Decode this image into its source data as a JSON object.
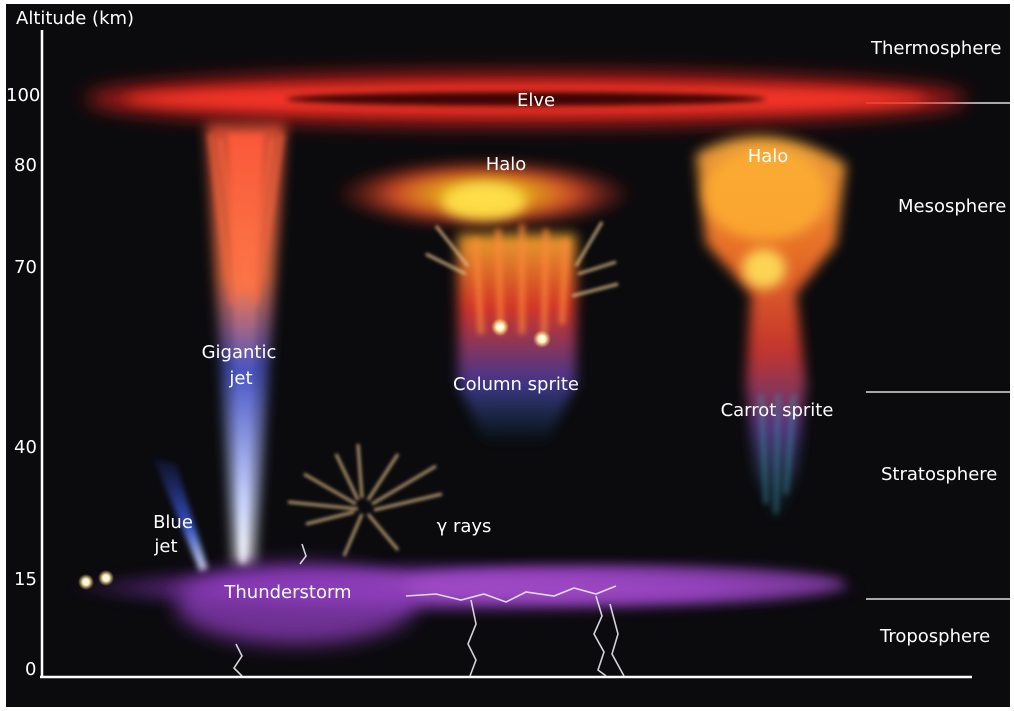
{
  "axis": {
    "title": "Altitude (km)",
    "ticks": [
      "100",
      "80",
      "70",
      "40",
      "15",
      "0"
    ]
  },
  "layers": {
    "thermosphere": "Thermosphere",
    "mesosphere": "Mesosphere",
    "stratosphere": "Stratosphere",
    "troposphere": "Troposphere"
  },
  "phenomena": {
    "elve": "Elve",
    "halo_column": "Halo",
    "halo_carrot": "Halo",
    "gigantic_jet_line1": "Gigantic",
    "gigantic_jet_line2": "jet",
    "column_sprite": "Column sprite",
    "carrot_sprite": "Carrot sprite",
    "blue_jet_line1": "Blue",
    "blue_jet_line2": "jet",
    "gamma_rays": "γ rays",
    "thunderstorm": "Thunderstorm"
  },
  "colors": {
    "background": "#0b0b0e",
    "elve": "#e0241c",
    "halo": "#ffd21a",
    "jet_blue": "#3b5bd8",
    "storm": "#9a3fc0",
    "gamma": "#e8c48a"
  }
}
